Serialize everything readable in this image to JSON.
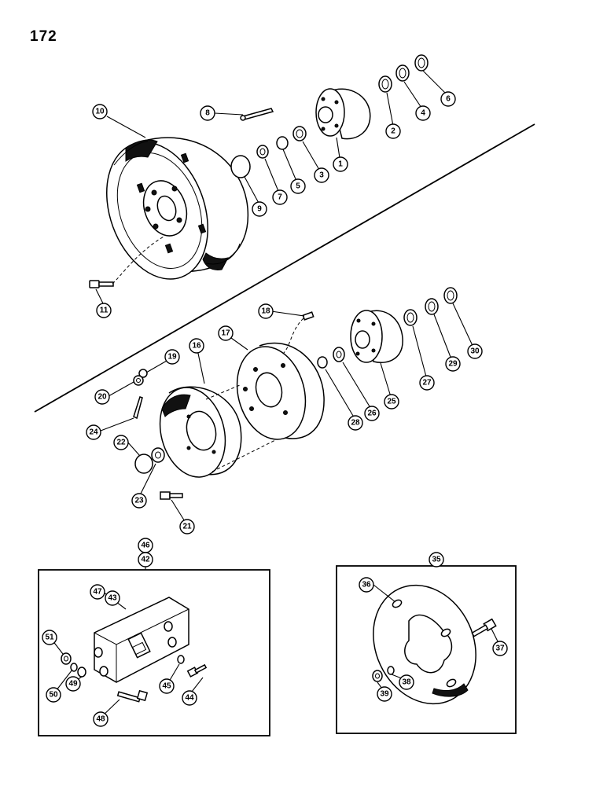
{
  "page_number": "172",
  "callouts": {
    "c1": "1",
    "c2": "2",
    "c3": "3",
    "c4": "4",
    "c5": "5",
    "c6": "6",
    "c7": "7",
    "c8": "8",
    "c9": "9",
    "c10": "10",
    "c11": "11",
    "c16": "16",
    "c17": "17",
    "c18": "18",
    "c19": "19",
    "c20": "20",
    "c21": "21",
    "c22": "22",
    "c23": "23",
    "c24": "24",
    "c25": "25",
    "c26": "26",
    "c27": "27",
    "c28": "28",
    "c29": "29",
    "c30": "30",
    "c35": "35",
    "c36": "36",
    "c37": "37",
    "c38": "38",
    "c39": "39",
    "c42": "42",
    "c43": "43",
    "c44": "44",
    "c45": "45",
    "c46": "46",
    "c47": "47",
    "c48": "48",
    "c49": "49",
    "c50": "50",
    "c51": "51"
  }
}
